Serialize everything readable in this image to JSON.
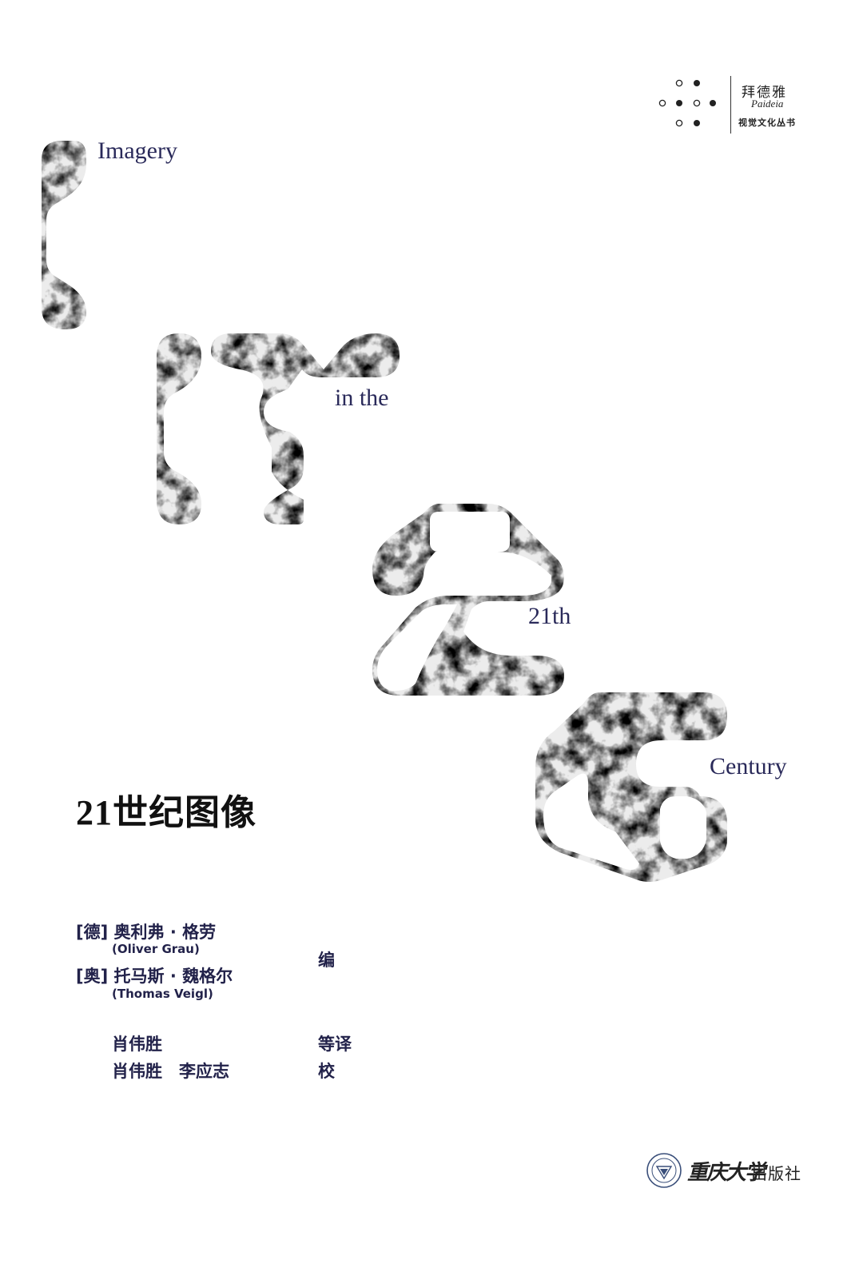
{
  "series": {
    "name_cn": "拜德雅",
    "name_en": "Paideia",
    "subtitle": "视觉文化丛书"
  },
  "cover_words": {
    "imagery": "Imagery",
    "in_the": "in the",
    "ordinal": "21th",
    "century": "Century"
  },
  "title_cn": "21世纪图像",
  "credits": {
    "author1": "[德] 奥利弗 · 格劳",
    "author1_en": "(Oliver Grau)",
    "author2": "[奥] 托马斯 · 魏格尔",
    "author2_en": "(Thomas Veigl)",
    "role_edit": "编",
    "translator": "肖伟胜",
    "role_translate": "等译",
    "reviewers": "肖伟胜　李应志",
    "role_review": "校"
  },
  "publisher": {
    "calligraphy": "重庆大学",
    "name": "出版社"
  },
  "colors": {
    "ink": "#1c1c3a",
    "word_blue": "#2a2a5a"
  }
}
